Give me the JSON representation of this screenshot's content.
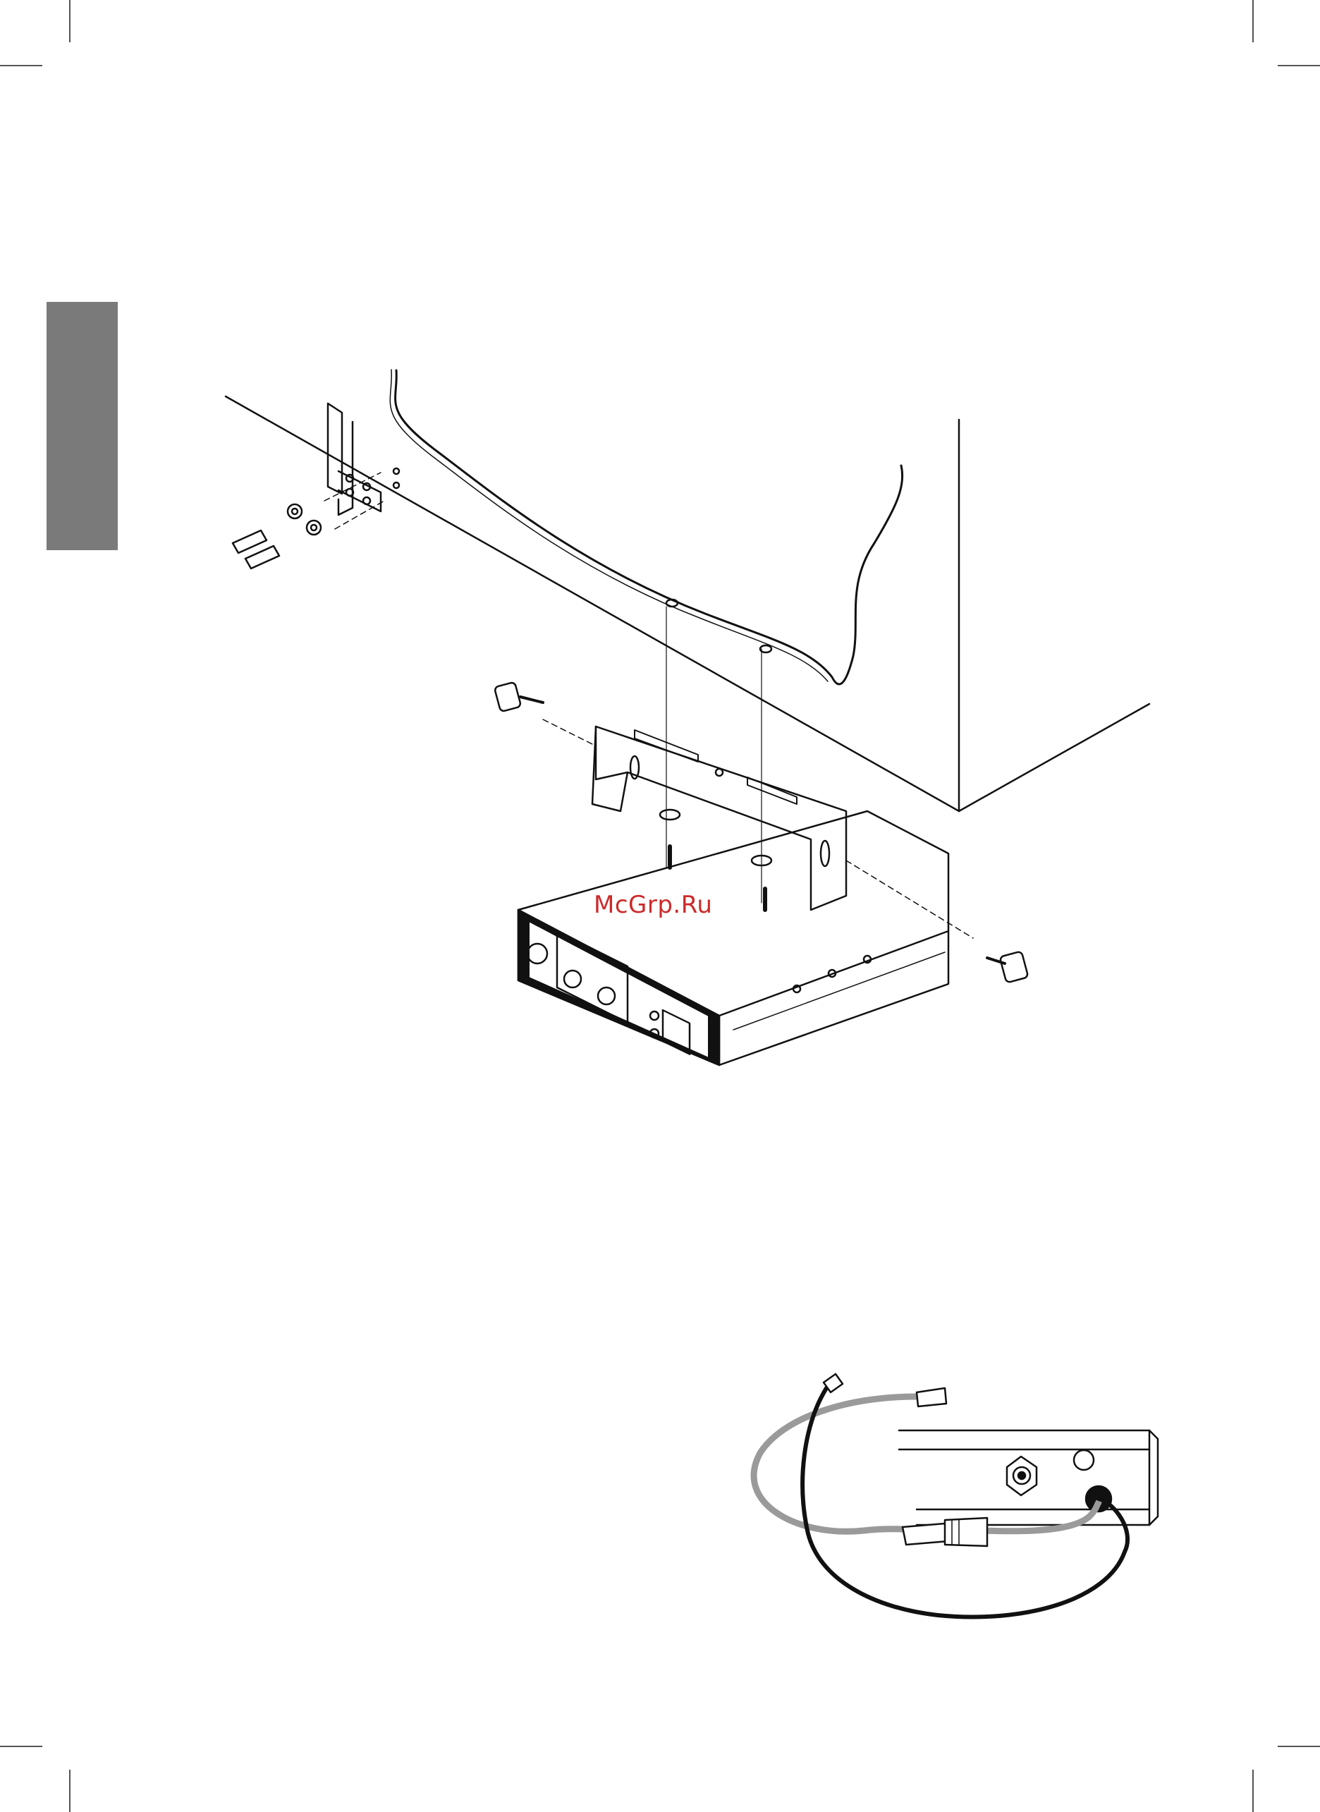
{
  "page": {
    "watermark": "McGrp.Ru",
    "colors": {
      "ink": "#111111",
      "tab": "#7a7a7a",
      "watermark": "#cc2a2a",
      "cable_grey": "#9a9a9a"
    }
  },
  "figures": {
    "mount": {
      "icon": "bracket-mounting-illustration"
    },
    "cable": {
      "icon": "antenna-cable-illustration"
    }
  }
}
